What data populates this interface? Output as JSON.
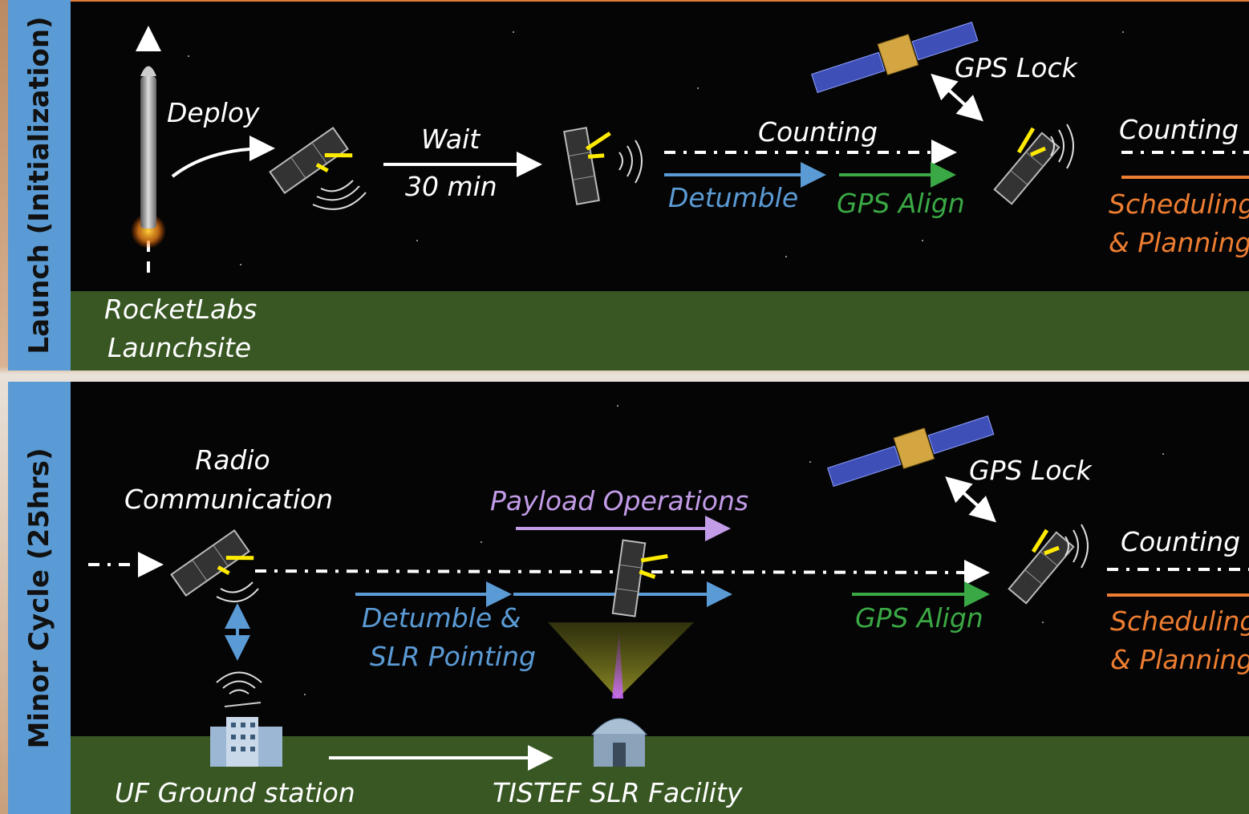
{
  "launch": {
    "side_label": "Launch (Initialization)",
    "deploy": "Deploy",
    "wait": "Wait",
    "wait_time": "30 min",
    "counting_1": "Counting",
    "detumble": "Detumble",
    "gps_align": "GPS Align",
    "gps_lock": "GPS Lock",
    "counting_2": "Counting",
    "scheduling": "Scheduling",
    "planning": "& Planning",
    "site_line1": "RocketLabs",
    "site_line2": "Launchsite"
  },
  "minor": {
    "side_label": "Minor Cycle (25hrs)",
    "radio_line1": "Radio",
    "radio_line2": "Communication",
    "payload_ops": "Payload Operations",
    "detumble_line1": "Detumble &",
    "detumble_line2": "SLR Pointing",
    "gps_lock": "GPS Lock",
    "gps_align": "GPS Align",
    "counting": "Counting",
    "scheduling": "Scheduling",
    "planning": "& Planning",
    "ground_station": "UF Ground station",
    "slr_facility": "TISTEF SLR Facility"
  },
  "colors": {
    "side_band": "#5b9bd5",
    "ground": "#385723",
    "space": "#050505",
    "detumble": "#5b9bd5",
    "gps_align": "#3aa845",
    "scheduling": "#ed7d31",
    "payload": "#c39ce8"
  },
  "icons": [
    "rocket-icon",
    "cubesat-icon",
    "gps-satellite-icon",
    "ground-station-icon",
    "observatory-icon"
  ]
}
